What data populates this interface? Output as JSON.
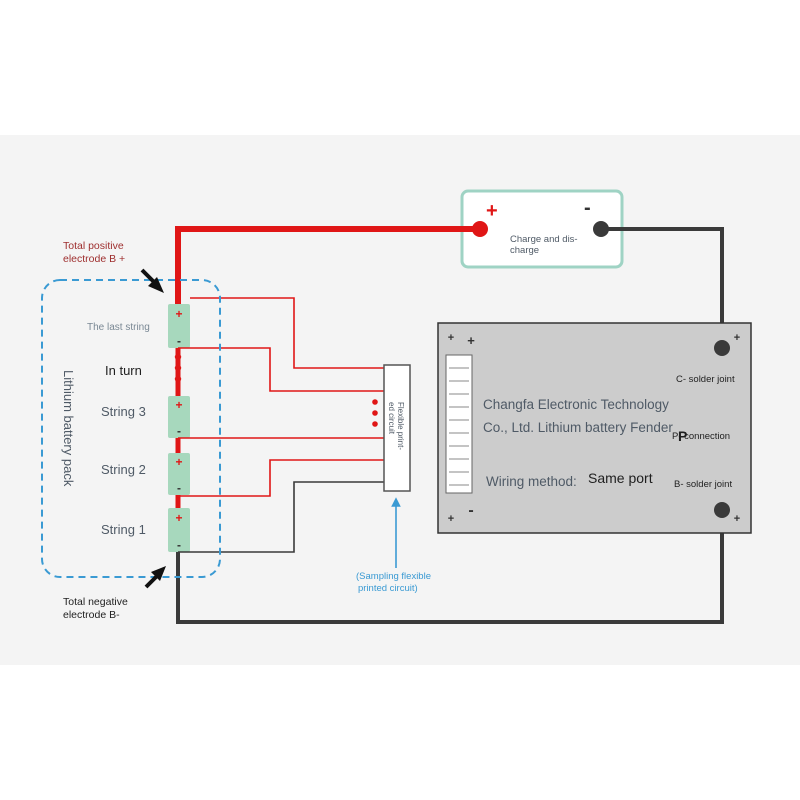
{
  "header": {
    "title": ""
  },
  "labels": {
    "total_positive_line1": "Total positive",
    "total_positive_line2": "electrode B +",
    "total_negative_line1": "Total negative",
    "total_negative_line2": "electrode B-",
    "pack": "Lithium battery pack",
    "last_string": "The last string",
    "in_turn": "In turn",
    "string3": "String 3",
    "string2": "String 2",
    "string1": "String 1",
    "flex_line1": "Flexible print-",
    "flex_line2": "ed circuit",
    "sampling_line1": "(Sampling flexible",
    "sampling_line2": "printed circuit)",
    "charge_plus": "+",
    "charge_minus": "-",
    "charge_line1": "Charge and dis-",
    "charge_line2": "charge",
    "board_line1": "Changfa Electronic Technology",
    "board_line2": "Co., Ltd. Lithium battery Fender",
    "wiring_method": "Wiring method:",
    "same_port": "Same port",
    "c_solder": "C- solder joint",
    "b_solder": "B- solder joint",
    "p_letter": "P",
    "p_connection": "P- connection",
    "board_minus": "-",
    "cell_plus": "+",
    "cell_minus": "-"
  },
  "colors": {
    "red_wire": "#e01616",
    "dark_wire": "#3a3a3a",
    "cell_fill": "#a7d8bd",
    "board_fill": "#cccccc",
    "charge_border": "#9fd3c4",
    "dash_blue": "#3a9ad3"
  }
}
